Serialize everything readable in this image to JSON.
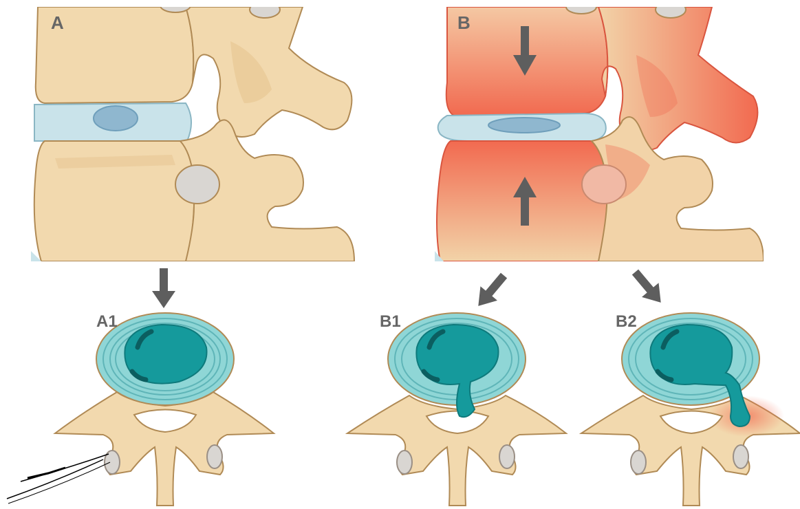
{
  "labels": {
    "panel_a": "A",
    "panel_b": "B",
    "panel_a1": "A1",
    "panel_b1": "B1",
    "panel_b2": "B2"
  },
  "colors": {
    "bone": "#f2d9ae",
    "bone_shade": "#e6c48f",
    "bone_outline": "#b08a55",
    "disc_blue": "#c9e3ea",
    "nucleus": "#8fb7cf",
    "inflamed": "#f26a50",
    "annulus": "#8fd6d6",
    "nucleus_teal": "#159a9c",
    "arrow": "#5e5e5e",
    "facet_grey": "#d9d6d2"
  },
  "icons": [
    "compression-arrow-icon",
    "pointer-arrow-icon",
    "nerve-icon"
  ]
}
